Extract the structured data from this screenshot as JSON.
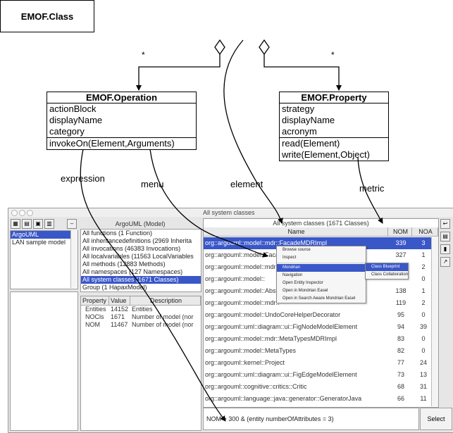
{
  "diagram": {
    "emof_class": "EMOF.Class",
    "operation": {
      "name": "EMOF.Operation",
      "attributes": [
        "actionBlock",
        "displayName",
        "category"
      ],
      "operations": [
        "invokeOn(Element,Arguments)"
      ]
    },
    "property": {
      "name": "EMOF.Property",
      "attributes": [
        "strategy",
        "displayName",
        "acronym"
      ],
      "operations": [
        "read(Element)",
        "write(Element,Object)"
      ]
    },
    "multiplicity_left": "*",
    "multiplicity_right": "*",
    "labels": {
      "expression": "expression",
      "menu": "menu",
      "element": "element",
      "metric": "metric"
    }
  },
  "app": {
    "window_title": "All system classes",
    "models_list": [
      "ArgoUML",
      "LAN sample model"
    ],
    "models_selected": 0,
    "groups_panel_title": "ArgoUML (Model)",
    "groups": [
      "All functions (1 Function)",
      "All inheritancedefinitions (2969 Inherita",
      "All invocations (46383 Invocations)",
      "All localvariables (11563 LocalVariables",
      "All methods (12883 Methods)",
      "All namespaces (127 Namespaces)",
      "All system classes (1671 Classes)",
      "Group (1 HapaxModel)"
    ],
    "groups_selected": 6,
    "props_headers": [
      "Property",
      "Value",
      "Description"
    ],
    "props_rows": [
      [
        "Entities",
        "14152",
        "Entities"
      ],
      [
        "NOCls",
        "1671",
        "Number of model (nor"
      ],
      [
        "NOM",
        "11467",
        "Number of model (nor"
      ]
    ],
    "classes_panel_title": "All system classes (1671 Classes)",
    "classes_headers": [
      "Name",
      "NOM",
      "NOA"
    ],
    "classes_rows": [
      [
        "org::argouml::model::mdr::FacadeMDRImpl",
        "339",
        "3"
      ],
      [
        "org::argouml::model::Facade",
        "327",
        "1"
      ],
      [
        "org::argouml::model::mdr::",
        "",
        "2"
      ],
      [
        "org::argouml::model::",
        "",
        "0"
      ],
      [
        "org::argouml::model::Abst",
        "138",
        "1"
      ],
      [
        "org::argouml::model::mdr::",
        "119",
        "2"
      ],
      [
        "org::argouml::model::UndoCoreHelperDecorator",
        "95",
        "0"
      ],
      [
        "org::argouml::uml::diagram::ui::FigNodeModelElement",
        "94",
        "39"
      ],
      [
        "org::argouml::model::mdr::MetaTypesMDRImpl",
        "83",
        "0"
      ],
      [
        "org::argouml::model::MetaTypes",
        "82",
        "0"
      ],
      [
        "org::argouml::kernel::Project",
        "77",
        "24"
      ],
      [
        "org::argouml::uml::diagram::ui::FigEdgeModelElement",
        "73",
        "13"
      ],
      [
        "org::argouml::cognitive::critics::Critic",
        "68",
        "31"
      ],
      [
        "org::argouml::language::java::generator::GeneratorJava",
        "66",
        "11"
      ]
    ],
    "classes_selected": 0,
    "context_menu": [
      "Browse source",
      "Inspect",
      "Mondrian",
      "Navigation",
      "Open Entity Inspector",
      "Open in Mondrian Easel",
      "Open in Search Aware Mondrian Easel"
    ],
    "context_menu_selected": 2,
    "submenu": [
      "Class Blueprint",
      "Class Collaboration"
    ],
    "submenu_selected": 0,
    "query_text": "NOM > 300 & (entity numberOfAttributes = 3)",
    "select_button": "Select"
  }
}
